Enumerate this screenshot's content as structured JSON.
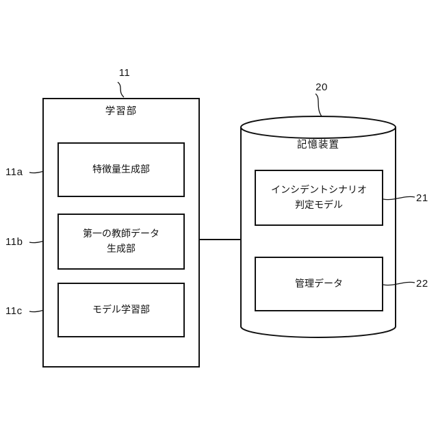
{
  "diagram": {
    "kind": "block-diagram",
    "stroke_color": "#111111",
    "background_color": "#ffffff"
  },
  "learning": {
    "ref": "11",
    "title": "学習部",
    "items": [
      {
        "ref": "11a",
        "lines": [
          "特徴量生成部"
        ]
      },
      {
        "ref": "11b",
        "lines": [
          "第一の教師データ",
          "生成部"
        ]
      },
      {
        "ref": "11c",
        "lines": [
          "モデル学習部"
        ]
      }
    ]
  },
  "storage": {
    "ref": "20",
    "title": "記憶装置",
    "items": [
      {
        "ref": "21",
        "lines": [
          "インシデントシナリオ",
          "判定モデル"
        ]
      },
      {
        "ref": "22",
        "lines": [
          "管理データ"
        ]
      }
    ]
  }
}
